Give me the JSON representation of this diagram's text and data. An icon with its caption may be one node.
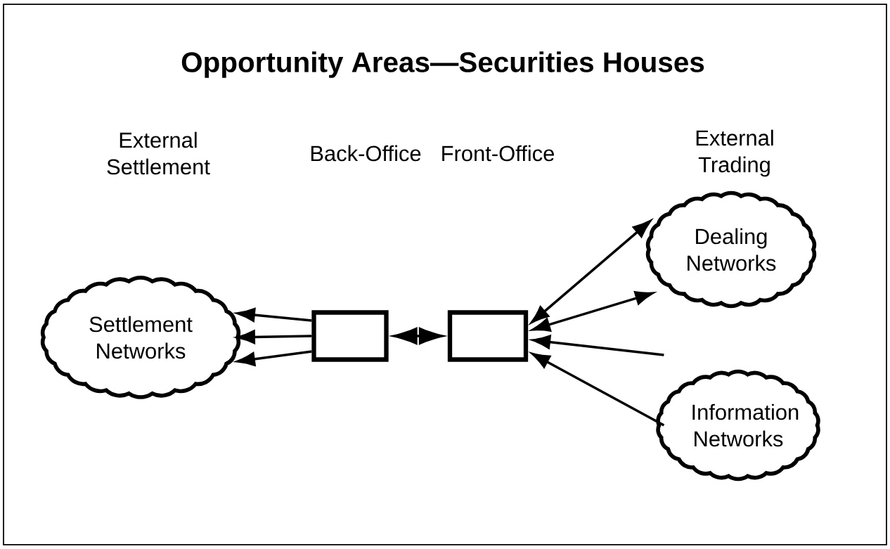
{
  "diagram": {
    "title": "Opportunity Areas—Securities Houses",
    "nodes": [
      {
        "text": [
          "Settlement Networks"
        ]
      },
      {
        "text": [],
        "shape": "box"
      },
      {
        "text": [],
        "shape": "box"
      },
      {
        "text": [
          "Dealing Networks"
        ]
      },
      {
        "text": [
          "Information Networks"
        ]
      }
    ],
    "edges": [
      {
        "from": 1,
        "to": 0,
        "arrow": "to"
      },
      {
        "from": 1,
        "to": 0,
        "arrow": "to"
      },
      {
        "from": 1,
        "to": 0,
        "arrow": "to"
      },
      {
        "from": 1,
        "to": 2,
        "arrow": "both"
      },
      {
        "from": 2,
        "to": 3,
        "arrow": "both"
      },
      {
        "from": 2,
        "to": 3,
        "arrow": "both"
      },
      {
        "from": 4,
        "to": 2,
        "arrow": "to"
      },
      {
        "from": 4,
        "to": 2,
        "arrow": "to"
      }
    ],
    "labels": [
      "External Settlement",
      "Back-Office",
      "Front-Office",
      "External Trading"
    ]
  }
}
